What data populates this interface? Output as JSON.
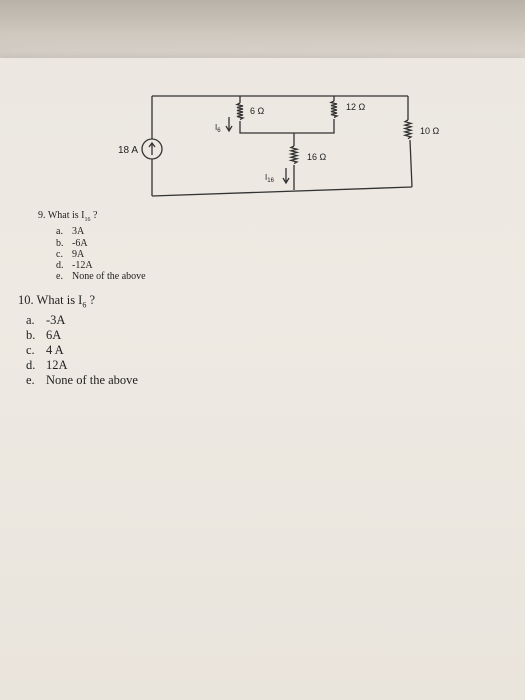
{
  "circuit": {
    "source_label": "18 A",
    "r6_label": "6 Ω",
    "r12_label": "12 Ω",
    "r10_label": "10 Ω",
    "r16_label": "16 Ω",
    "i6_label": "I",
    "i6_sub": "6",
    "i16_label": "I",
    "i16_sub": "16"
  },
  "q9": {
    "stem": "9.   What is I",
    "stem_sub": "16",
    "stem_end": " ?",
    "options": [
      {
        "letter": "a.",
        "text": "3A"
      },
      {
        "letter": "b.",
        "text": "-6A"
      },
      {
        "letter": "c.",
        "text": "9A"
      },
      {
        "letter": "d.",
        "text": "-12A"
      },
      {
        "letter": "e.",
        "text": "None of the above"
      }
    ]
  },
  "q10": {
    "stem": "10.  What is I",
    "stem_sub": "6",
    "stem_end": " ?",
    "options": [
      {
        "letter": "a.",
        "text": "-3A"
      },
      {
        "letter": "b.",
        "text": "6A"
      },
      {
        "letter": "c.",
        "text": "4 A"
      },
      {
        "letter": "d.",
        "text": "12A"
      },
      {
        "letter": "e.",
        "text": "None of the above"
      }
    ]
  }
}
